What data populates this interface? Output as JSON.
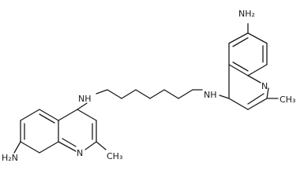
{
  "labels": {
    "amine_top": "NH₂",
    "ring_n_right": "N",
    "linker_nh_right": "NH",
    "methyl_right": "CH₃",
    "linker_nh_left": "NH",
    "ring_n_left": "N",
    "amine_bottom": "H₂N",
    "methyl_left": "CH₃"
  }
}
